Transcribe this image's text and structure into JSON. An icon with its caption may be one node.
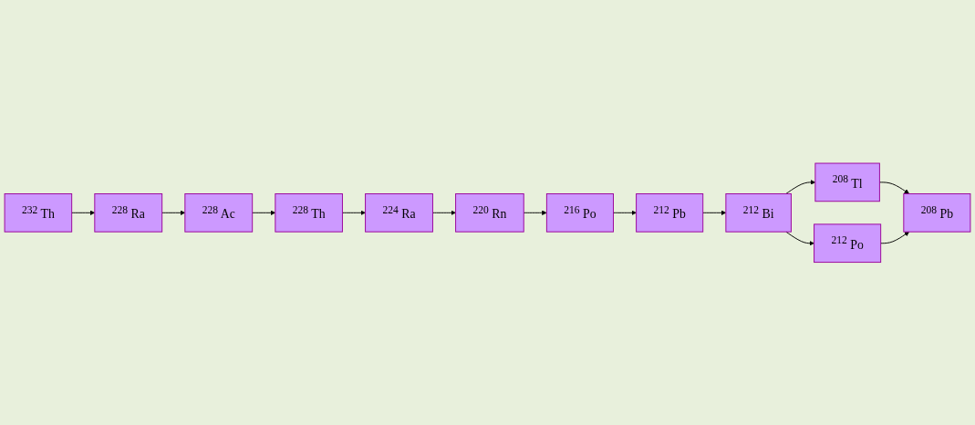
{
  "diagram": {
    "nodes": [
      {
        "text": [
          "$^{232}$ Th"
        ]
      },
      {
        "text": [
          "$^{228}$ Ra"
        ]
      },
      {
        "text": [
          "$^{228}$ Ac"
        ]
      },
      {
        "text": [
          "$^{228}$ Th"
        ]
      },
      {
        "text": [
          "$^{224}$ Ra"
        ]
      },
      {
        "text": [
          "$^{220}$ Rn"
        ]
      },
      {
        "text": [
          "$^{216}$ Po"
        ]
      },
      {
        "text": [
          "$^{212}$ Pb"
        ]
      },
      {
        "text": [
          "$^{212}$ Bi"
        ]
      },
      {
        "text": [
          "$^{208}$ Tl"
        ]
      },
      {
        "text": [
          "$^{212}$ Po"
        ]
      },
      {
        "text": [
          "$^{208}$ Pb"
        ]
      }
    ],
    "edges": [
      {
        "from": 0,
        "to": 1,
        "arrow": "to"
      },
      {
        "from": 1,
        "to": 2,
        "arrow": "to"
      },
      {
        "from": 2,
        "to": 3,
        "arrow": "to"
      },
      {
        "from": 3,
        "to": 4,
        "arrow": "to"
      },
      {
        "from": 4,
        "to": 5,
        "arrow": "to"
      },
      {
        "from": 5,
        "to": 6,
        "arrow": "to"
      },
      {
        "from": 6,
        "to": 7,
        "arrow": "to"
      },
      {
        "from": 7,
        "to": 8,
        "arrow": "to"
      },
      {
        "from": 8,
        "to": 9,
        "arrow": "to"
      },
      {
        "from": 8,
        "to": 10,
        "arrow": "to"
      },
      {
        "from": 9,
        "to": 11,
        "arrow": "to"
      },
      {
        "from": 10,
        "to": 11,
        "arrow": "to"
      }
    ]
  }
}
